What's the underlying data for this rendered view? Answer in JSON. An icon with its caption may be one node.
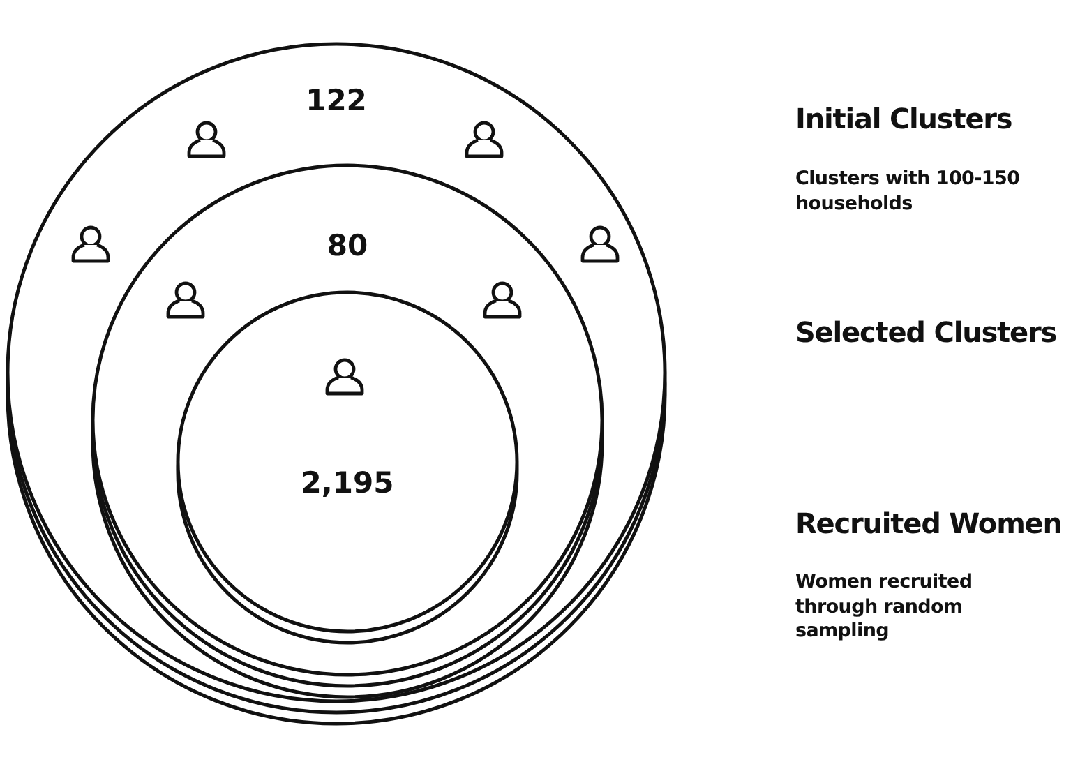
{
  "diagram": {
    "nodes": [
      {
        "text": [
          "122"
        ]
      },
      {
        "text": [
          "80"
        ],
        "in": 0
      },
      {
        "text": [
          "2,195"
        ],
        "in": 1
      }
    ],
    "labels": [
      "Initial Clusters",
      "Clusters with 100-150 households",
      "Selected Clusters",
      "Recruited Women",
      "Women recruited through random sampling"
    ]
  }
}
